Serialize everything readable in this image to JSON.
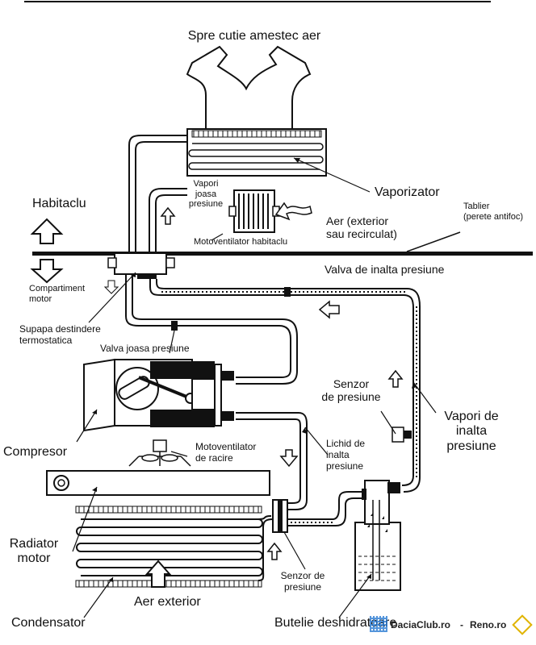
{
  "labels": {
    "top_title": "Spre cutie amestec aer",
    "vaporizator": "Vaporizator",
    "vapori_joasa": "Vapori\njoasa\npresiune",
    "aer_exterior_recirc": "Aer (exterior\nsau recirculat)",
    "tablier": "Tablier\n(perete antifoc)",
    "habitaclu": "Habitaclu",
    "motoventilator_habitaclu": "Motoventilator habitaclu",
    "compartiment_motor": "Compartiment\nmotor",
    "valva_inalta": "Valva de inalta presiune",
    "supapa": "Supapa destindere\ntermostatica",
    "valva_joasa": "Valva joasa presiune",
    "senzor_presiune_1": "Senzor\nde presiune",
    "vapori_inalta": "Vapori de\ninalta\npresiune",
    "compresor": "Compresor",
    "motoventilator_racire": "Motoventilator\nde racire",
    "lichid_inalta": "Lichid de\ninalta\npresiune",
    "radiator_motor": "Radiator\nmotor",
    "senzor_presiune_2": "Senzor de\npresiune",
    "aer_exterior": "Aer exterior",
    "condensator": "Condensator",
    "butelie": "Butelie deshidratoare"
  },
  "watermark": {
    "dacia": "DaciaClub.ro",
    "sep": "-",
    "reno": "Reno.ro"
  }
}
